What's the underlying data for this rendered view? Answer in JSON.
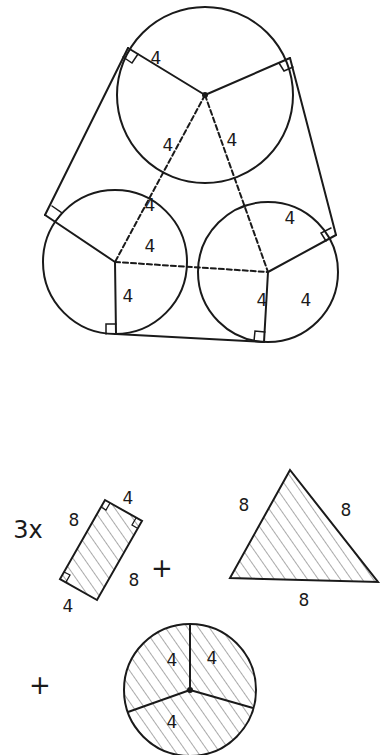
{
  "diagram": {
    "labels": [
      "4",
      "4",
      "4",
      "4",
      "4",
      "4",
      "4",
      "4",
      "4",
      "3x",
      "8",
      "4",
      "8",
      "4",
      "+",
      "8",
      "8",
      "8",
      "+",
      "4",
      "4",
      "4"
    ]
  }
}
